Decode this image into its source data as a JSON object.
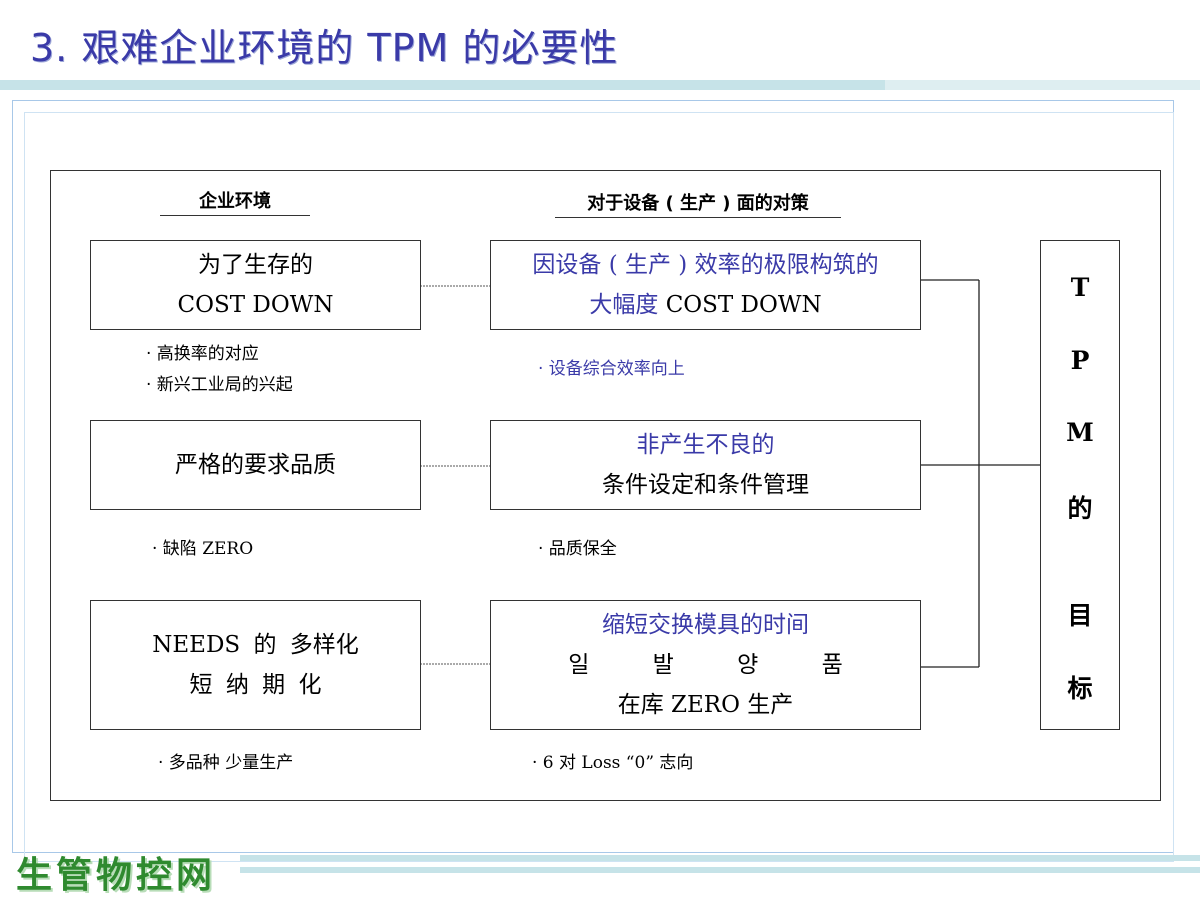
{
  "title": "3. 艰难企业环境的  TPM 的必要性",
  "headers": {
    "left": "企业环境",
    "right": "对于设备 ( 生产 ) 面的对策"
  },
  "rows": [
    {
      "env_lines": [
        "为了生存的",
        "COST DOWN"
      ],
      "env_bullets": [
        "· 高换率的对应",
        "· 新兴工业局的兴起"
      ],
      "measure_lines": [
        "因设备 ( 生产 ) 效率的极限构筑的",
        "大幅度 COST DOWN"
      ],
      "measure_bullets": [
        "· 设备综合效率向上"
      ]
    },
    {
      "env_lines": [
        "严格的要求品质"
      ],
      "env_bullets": [
        "· 缺陷  ZERO"
      ],
      "measure_lines": [
        "非产生不良的",
        "条件设定和条件管理"
      ],
      "measure_bullets": [
        "· 品质保全"
      ]
    },
    {
      "env_lines": [
        "NEEDS  的 多样化",
        "短 纳 期 化"
      ],
      "env_bullets": [
        "· 多品种 少量生产"
      ],
      "measure_lines": [
        "缩短交换模具的时间",
        "일 발 양 품",
        "在库  ZERO 生产"
      ],
      "measure_bullets": [
        "· 6 对  Loss “0”  志向"
      ]
    }
  ],
  "goal": {
    "chars": [
      "T",
      "P",
      "M",
      "的",
      "目",
      "标"
    ]
  },
  "footer": {
    "logo": "生管物控网"
  },
  "colors": {
    "accent_text": "#3a3aa8",
    "title_bar": "#c6e3e8",
    "logo_green": "#2f8a2f"
  }
}
